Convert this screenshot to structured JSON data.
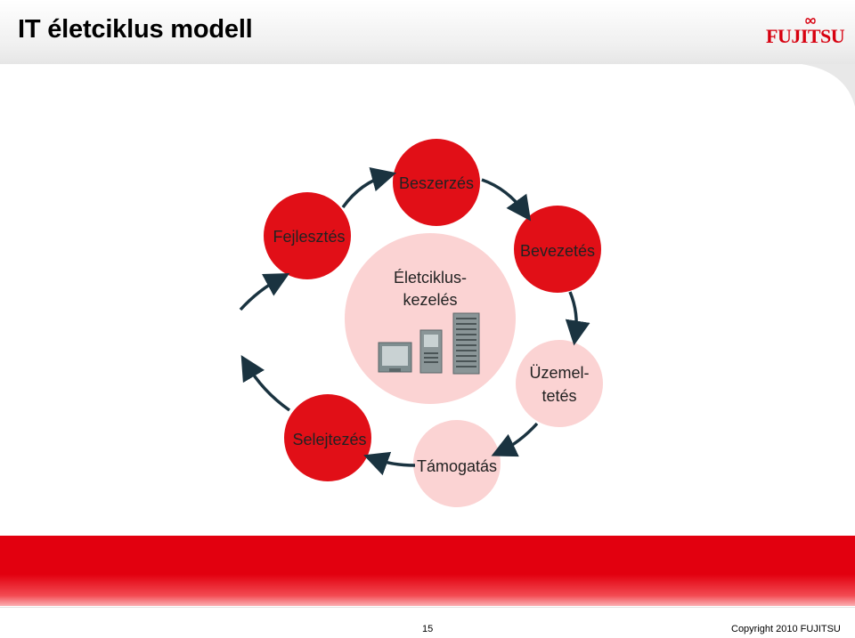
{
  "header": {
    "title": "IT életciklus modell"
  },
  "logo": {
    "text": "FUJITSU"
  },
  "diagram": {
    "center": {
      "line1": "Életciklus-",
      "line2": "kezelés"
    },
    "stages": {
      "beszerzes": "Beszerzés",
      "bevezetes": "Bevezetés",
      "uzemeltetes_line1": "Üzemel-",
      "uzemeltetes_line2": "tetés",
      "tamogatas": "Támogatás",
      "selejtezes": "Selejtezés",
      "fejlesztes": "Fejlesztés"
    },
    "colors": {
      "red": "#e10f17",
      "pink": "#fbd3d3",
      "arrow": "#1a3340"
    }
  },
  "footer": {
    "page": "15",
    "copyright": "Copyright 2010 FUJITSU"
  }
}
